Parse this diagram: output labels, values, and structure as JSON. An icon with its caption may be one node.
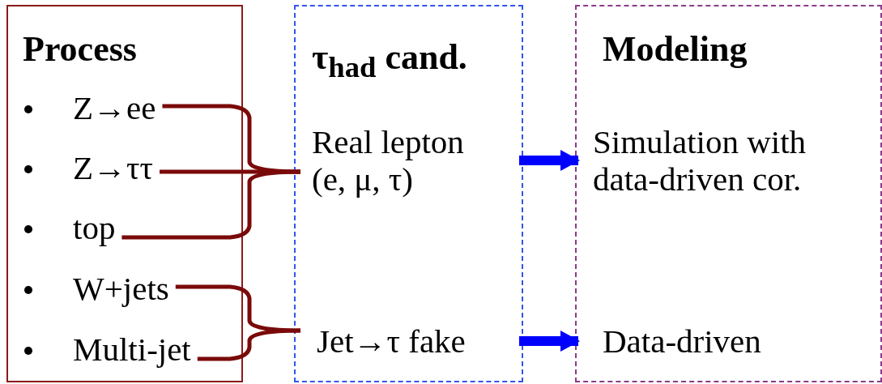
{
  "diagram": {
    "nodes": [
      {
        "text": [
          "Process"
        ]
      },
      {
        "text": [
          "Z→ee"
        ],
        "in": 0
      },
      {
        "text": [
          "Z→ττ"
        ],
        "in": 0
      },
      {
        "text": [
          "top"
        ],
        "in": 0
      },
      {
        "text": [
          "W+jets"
        ],
        "in": 0
      },
      {
        "text": [
          "Multi-jet"
        ],
        "in": 0
      },
      {
        "text": [
          "τ$_{had}$ cand."
        ]
      },
      {
        "text": [
          "Real lepton (e, μ, τ)"
        ],
        "in": 6
      },
      {
        "text": [
          "Jet→τ fake"
        ],
        "in": 6
      },
      {
        "text": [
          "Modeling"
        ]
      },
      {
        "text": [
          "Simulation with data-driven cor."
        ],
        "in": 9
      },
      {
        "text": [
          "Data-driven"
        ],
        "in": 9
      }
    ],
    "edges": [
      {
        "from": 1,
        "to": 7,
        "arrow": "none"
      },
      {
        "from": 2,
        "to": 7,
        "arrow": "none"
      },
      {
        "from": 3,
        "to": 7,
        "arrow": "none"
      },
      {
        "from": 4,
        "to": 8,
        "arrow": "none"
      },
      {
        "from": 5,
        "to": 8,
        "arrow": "none"
      },
      {
        "from": 7,
        "to": 10,
        "arrow": "to",
        "style": "thick",
        "color": "#0000ff"
      },
      {
        "from": 8,
        "to": 11,
        "arrow": "to",
        "style": "thick",
        "color": "#0000ff"
      }
    ]
  }
}
